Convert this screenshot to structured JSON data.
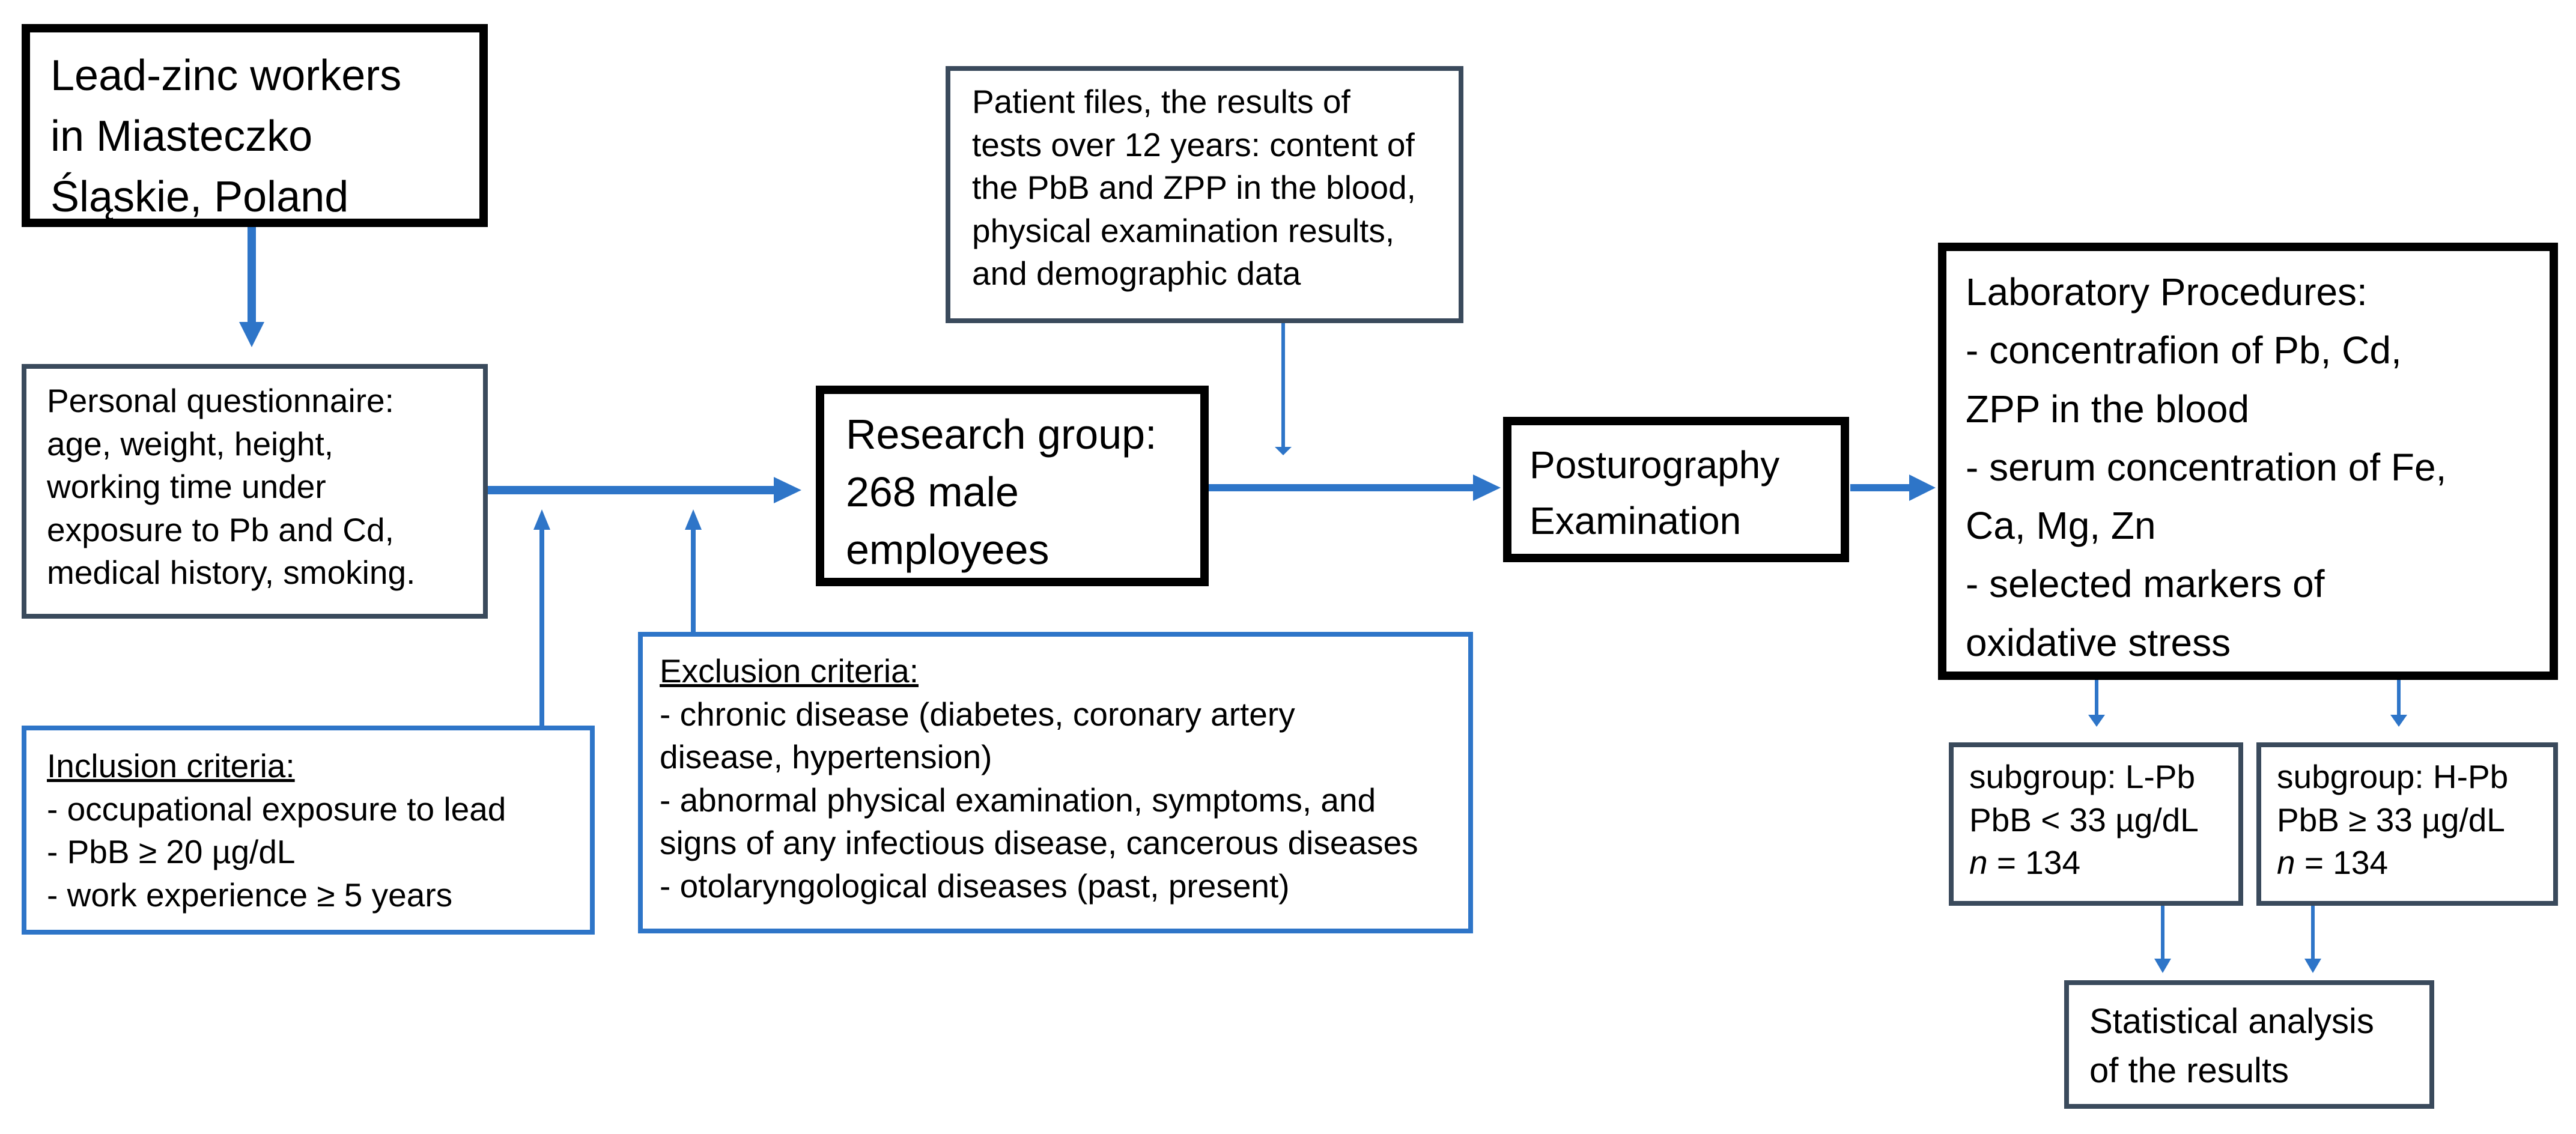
{
  "diagram": {
    "lead_workers": [
      "Lead-zinc workers",
      "in Miasteczko",
      "Śląskie, Poland"
    ],
    "questionnaire": [
      "Personal questionnaire:",
      "age, weight, height,",
      "working time under",
      "exposure to Pb and Cd,",
      "medical history, smoking."
    ],
    "inclusion": {
      "title": "Inclusion criteria:",
      "lines": [
        "- occupational exposure to lead",
        "- PbB ≥ 20 µg/dL",
        "- work experience  ≥ 5 years"
      ]
    },
    "research_group": [
      "Research group:",
      "268 male",
      "employees"
    ],
    "patient_files": [
      "Patient files, the results of",
      "tests over 12 years: content of",
      "the PbB and ZPP in the blood,",
      "physical examination results,",
      "and demographic data"
    ],
    "exclusion": {
      "title": "Exclusion criteria:",
      "lines": [
        "- chronic disease (diabetes, coronary artery",
        "disease, hypertension)",
        "- abnormal physical examination, symptoms, and",
        "signs of any infectious disease, cancerous diseases",
        "- otolaryngological diseases (past, present)"
      ]
    },
    "posturography": [
      "Posturography",
      "Examination"
    ],
    "lab": [
      "Laboratory Procedures:",
      "- concentrafion of Pb, Cd,",
      "ZPP in the blood",
      "- serum concentration of Fe,",
      "Ca, Mg, Zn",
      "- selected markers of",
      "oxidative stress"
    ],
    "subgroup_l": {
      "title": "subgroup: L-Pb",
      "criterion": "PbB < 33 µg/dL",
      "n_label": "n",
      "n_value": " = 134"
    },
    "subgroup_h": {
      "title": "subgroup: H-Pb",
      "criterion": "PbB ≥ 33 µg/dL",
      "n_label": "n",
      "n_value": " = 134"
    },
    "stats": [
      "Statistical analysis",
      "of the results"
    ]
  },
  "colors": {
    "arrow": "#2e75c8",
    "thick_border": "#000000",
    "dark_border": "#3a4a5c",
    "blue_border": "#2e75c8"
  }
}
